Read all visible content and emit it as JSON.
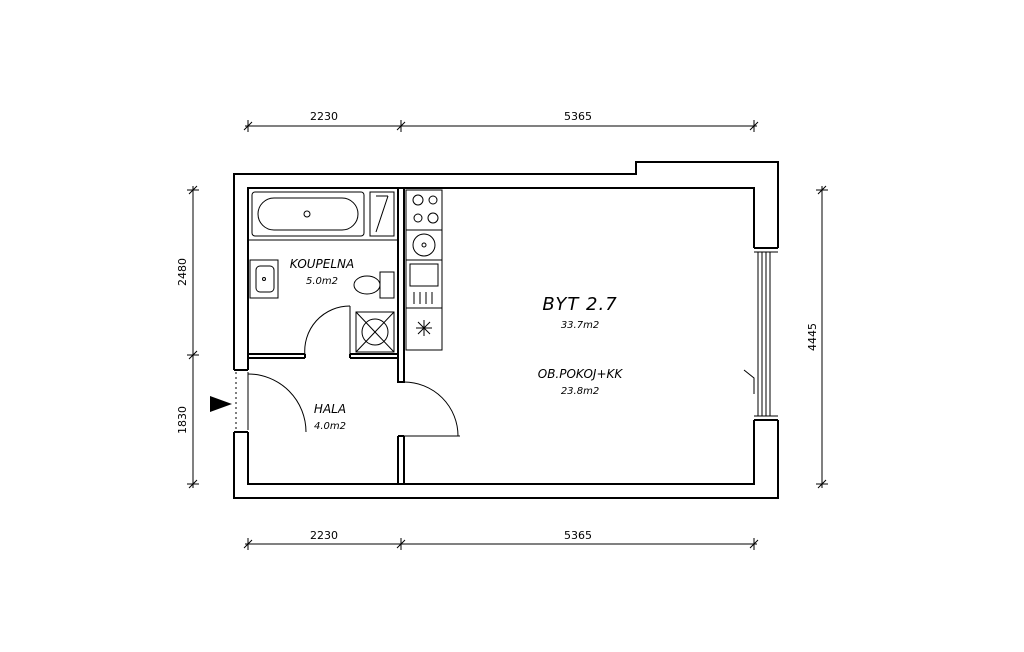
{
  "unit": {
    "name": "BYT 2.7",
    "area": "33.7m2"
  },
  "rooms": {
    "bathroom": {
      "name": "KOUPELNA",
      "area": "5.0m2"
    },
    "hall": {
      "name": "HALA",
      "area": "4.0m2"
    },
    "living": {
      "name": "OB.POKOJ+KK",
      "area": "23.8m2"
    }
  },
  "dimensions": {
    "top_left": "2230",
    "top_right": "5365",
    "bottom_left": "2230",
    "bottom_right": "5365",
    "left_upper": "2480",
    "left_lower": "1830",
    "right_total": "4445"
  },
  "colors": {
    "line": "#000000",
    "background": "#ffffff"
  }
}
